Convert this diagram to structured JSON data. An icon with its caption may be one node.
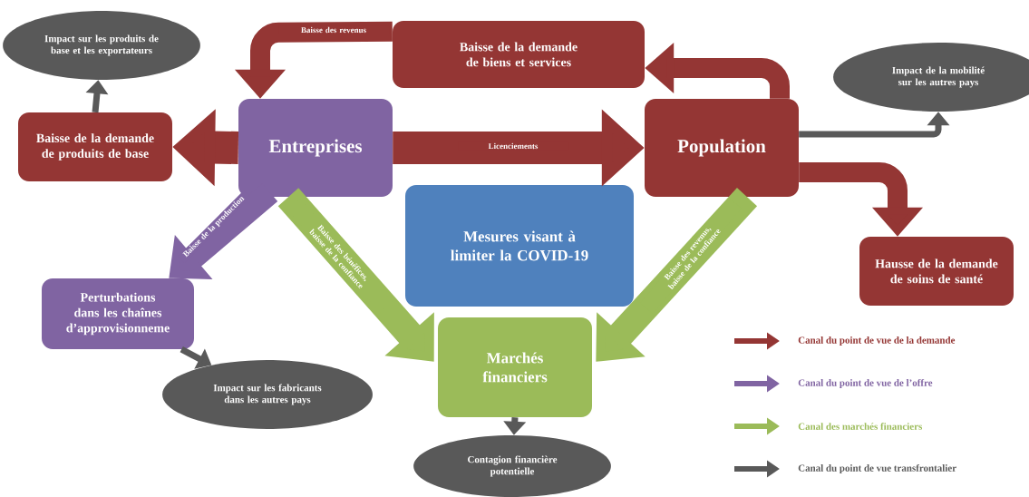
{
  "diagram": {
    "nodes": [
      {
        "text": [
          "Impact sur les produits de base et les exportateurs"
        ]
      },
      {
        "text": [
          "Baisse de la demande de produits de base"
        ]
      },
      {
        "text": [
          "Entreprises"
        ]
      },
      {
        "text": [
          "Baisse de la demande de biens et services"
        ]
      },
      {
        "text": [
          "Impact de la mobilité sur les autres pays"
        ]
      },
      {
        "text": [
          "Population"
        ]
      },
      {
        "text": [
          "Mesures visant à limiter la COVID-19"
        ]
      },
      {
        "text": [
          "Hausse de la demande de soins de santé"
        ]
      },
      {
        "text": [
          "Perturbations dans les chaînes d’approvisionneme"
        ]
      },
      {
        "text": [
          "Marchés financiers"
        ]
      },
      {
        "text": [
          "Impact sur les fabricants dans les autres pays"
        ]
      },
      {
        "text": [
          "Contagion financière potentielle"
        ]
      }
    ],
    "edges": [
      {
        "from": 2,
        "to": 1,
        "arrow": "to"
      },
      {
        "from": 1,
        "to": 0,
        "arrow": "to",
        "color": "#595959"
      },
      {
        "from": 2,
        "to": 5,
        "arrow": "to",
        "label": "Licenciements"
      },
      {
        "from": 3,
        "to": 2,
        "arrow": "to",
        "label": "Baisse des revenus"
      },
      {
        "from": 5,
        "to": 3,
        "arrow": "to"
      },
      {
        "from": 5,
        "to": 4,
        "arrow": "to",
        "color": "#595959"
      },
      {
        "from": 5,
        "to": 7,
        "arrow": "to"
      },
      {
        "from": 2,
        "to": 8,
        "arrow": "to",
        "label": "Baisse de la production",
        "color": "#8064a2"
      },
      {
        "from": 8,
        "to": 10,
        "arrow": "to",
        "color": "#595959"
      },
      {
        "from": 2,
        "to": 9,
        "arrow": "to",
        "label": "Baisse des bénéfices, baisse de la confiance",
        "color": "#9bbb59"
      },
      {
        "from": 5,
        "to": 9,
        "arrow": "to",
        "label": "Baisse des revenus, baisse de la confiance",
        "color": "#9bbb59"
      },
      {
        "from": 9,
        "to": 11,
        "arrow": "to",
        "color": "#595959"
      }
    ],
    "legend": [
      {
        "text": "Canal du point de vue de la demande",
        "color": "#943634"
      },
      {
        "text": "Canal du point de vue de l’offre",
        "color": "#8064a2"
      },
      {
        "text": "Canal des marchés financiers",
        "color": "#9bbb59"
      },
      {
        "text": "Canal du point de vue transfrontalier",
        "color": "#595959"
      }
    ]
  }
}
